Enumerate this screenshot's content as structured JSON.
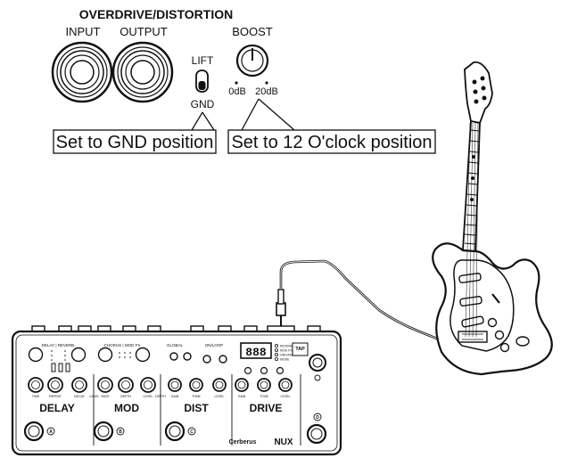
{
  "top_panel": {
    "title": "OVERDRIVE/DISTORTION",
    "input_label": "INPUT",
    "output_label": "OUTPUT",
    "boost_label": "BOOST",
    "lift_label": "LIFT",
    "gnd_label": "GND",
    "boost_min": "0dB",
    "boost_max": "20dB"
  },
  "callouts": {
    "gnd": "Set to GND position",
    "boost": "Set to 12 O'clock position"
  },
  "pedalboard": {
    "sections": [
      "DELAY",
      "MOD",
      "DIST",
      "DRIVE"
    ],
    "footswitches": [
      "A",
      "B",
      "C",
      "D"
    ],
    "display": "888",
    "tap_label": "TAP",
    "brand": "Cerberus",
    "logo": "NUX",
    "top_labels": [
      "DELAY | REVERB",
      "CHORUS | MOD FX",
      "GLOBAL",
      "ON/LOOP"
    ],
    "led_labels": [
      "REVERB",
      "MOD FX",
      "ON/STAGE",
      "MODE"
    ],
    "knob_labels": [
      "TIME",
      "REPEAT",
      "DECAY",
      "LEVEL",
      "RATE",
      "DEPTH",
      "LEVEL",
      "DEPTH",
      "GAIN",
      "TONE",
      "LEVEL",
      "GAIN",
      "TONE",
      "LEVEL"
    ]
  },
  "colors": {
    "line": "#111111",
    "background": "#ffffff"
  }
}
